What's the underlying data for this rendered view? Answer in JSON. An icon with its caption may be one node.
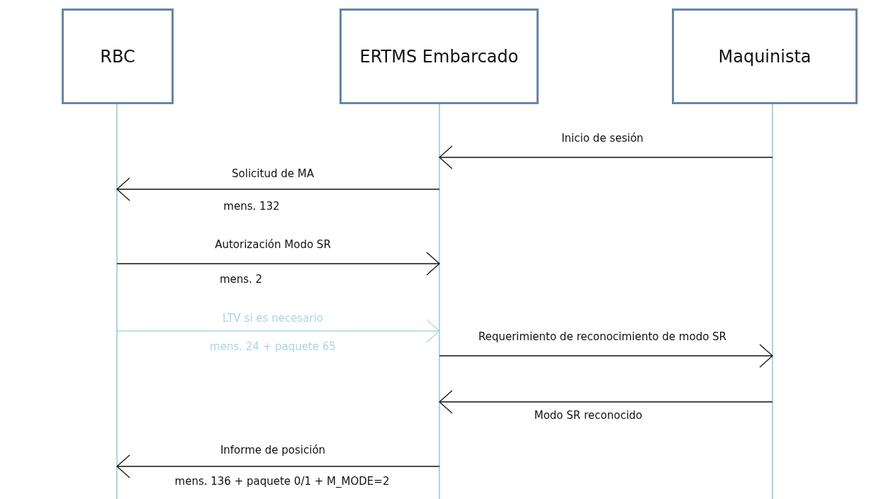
{
  "diagram": {
    "nodes": [
      {
        "text": [
          "RBC"
        ]
      },
      {
        "text": [
          "ERTMS Embarcado"
        ]
      },
      {
        "text": [
          "Maquinista"
        ]
      }
    ],
    "edges": [
      {
        "from": 2,
        "to": 1,
        "arrow": "to",
        "label": "Inicio de sesión"
      },
      {
        "from": 1,
        "to": 0,
        "arrow": "to",
        "label": "Solicitud de MA"
      },
      {
        "from": 0,
        "to": 1,
        "arrow": "to",
        "label": "Autorización Modo SR"
      },
      {
        "from": 0,
        "to": 1,
        "arrow": "to",
        "label": "LTV si es necesario",
        "color": "#a9d6e3"
      },
      {
        "from": 1,
        "to": 2,
        "arrow": "to",
        "label": "Requerimiento de reconocimiento de modo SR"
      },
      {
        "from": 2,
        "to": 1,
        "arrow": "to",
        "label": "Modo SR reconocido"
      },
      {
        "from": 1,
        "to": 0,
        "arrow": "to",
        "label": "Informe de posición"
      }
    ],
    "labels": [
      "mens. 132",
      "mens. 2",
      "mens. 24 + paquete 65",
      "mens. 136 + paquete 0/1 + M_MODE=2"
    ]
  }
}
